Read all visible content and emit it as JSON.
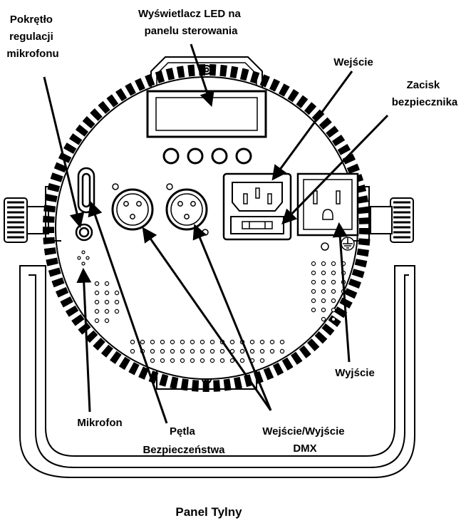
{
  "labels": {
    "mic_knob": [
      "Pokrętło",
      "regulacji",
      "mikrofonu"
    ],
    "led_display": [
      "Wyświetlacz LED na",
      "panelu sterowania"
    ],
    "power_in": "Wejście",
    "fuse": [
      "Zacisk",
      "bezpiecznika"
    ],
    "power_out": "Wyjście",
    "microphone": "Mikrofon",
    "safety_loop": [
      "Pętla",
      "Bezpieczeństwa"
    ],
    "dmx": [
      "Wejście/Wyjście",
      "DMX"
    ]
  },
  "caption": "Panel Tylny"
}
